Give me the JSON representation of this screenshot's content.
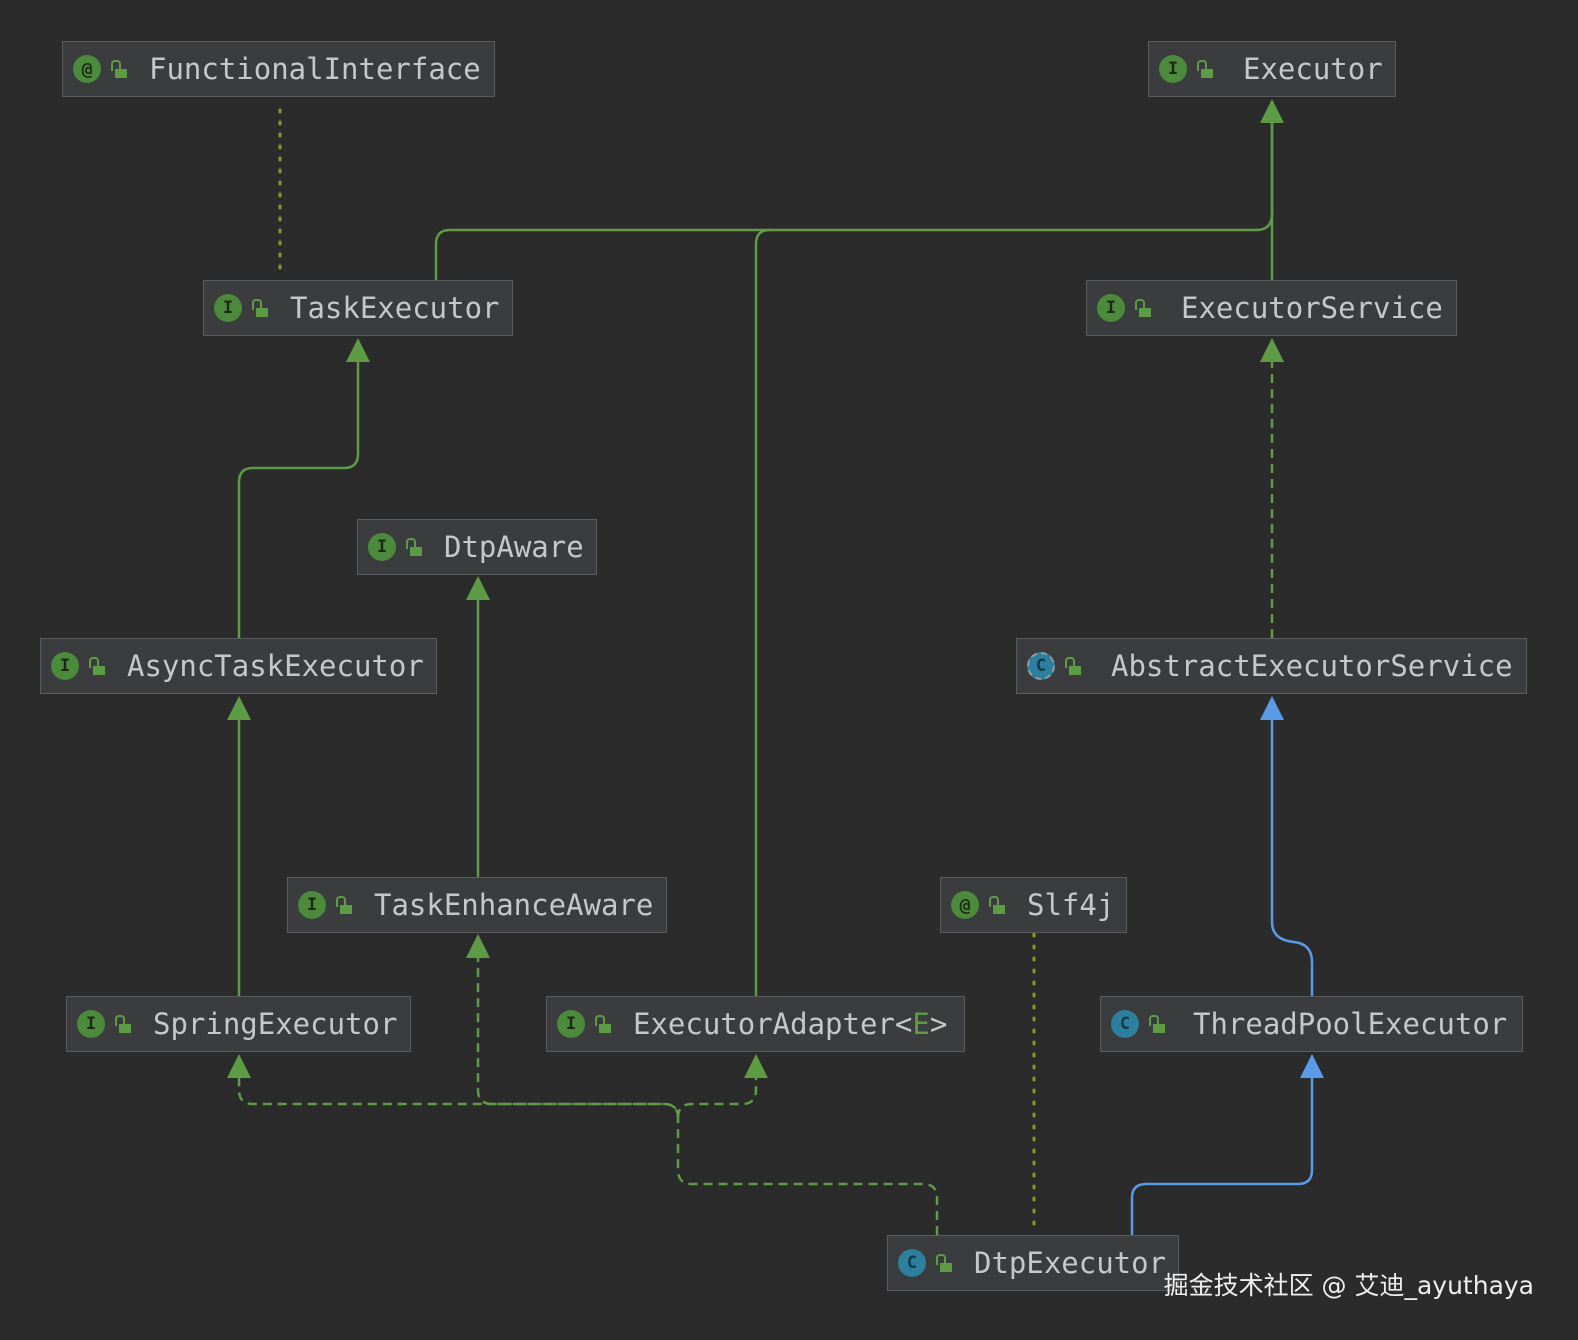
{
  "colors": {
    "background": "#2b2b2b",
    "node_fill": "#3b3c3e",
    "node_border": "#5a5c5f",
    "text": "#c5c8c6",
    "extends_interface": "#5d9b45",
    "extends_class": "#5a9be8",
    "annotation_link": "#8a9a2a"
  },
  "nodes": [
    {
      "id": "FunctionalInterface",
      "kind": "annotation",
      "label": "FunctionalInterface",
      "icon": "annotation-icon"
    },
    {
      "id": "Executor",
      "kind": "interface",
      "label": "Executor",
      "icon": "interface-icon"
    },
    {
      "id": "TaskExecutor",
      "kind": "interface",
      "label": "TaskExecutor",
      "icon": "interface-icon"
    },
    {
      "id": "ExecutorService",
      "kind": "interface",
      "label": "ExecutorService",
      "icon": "interface-icon"
    },
    {
      "id": "DtpAware",
      "kind": "interface",
      "label": "DtpAware",
      "icon": "interface-icon"
    },
    {
      "id": "AsyncTaskExecutor",
      "kind": "interface",
      "label": "AsyncTaskExecutor",
      "icon": "interface-icon"
    },
    {
      "id": "AbstractExecutorService",
      "kind": "abstract",
      "label": "AbstractExecutorService",
      "icon": "abstract-class-icon"
    },
    {
      "id": "TaskEnhanceAware",
      "kind": "interface",
      "label": "TaskEnhanceAware",
      "icon": "interface-icon"
    },
    {
      "id": "Slf4j",
      "kind": "annotation",
      "label": "Slf4j",
      "icon": "annotation-icon"
    },
    {
      "id": "SpringExecutor",
      "kind": "interface",
      "label": "SpringExecutor",
      "icon": "interface-icon"
    },
    {
      "id": "ExecutorAdapter",
      "kind": "interface",
      "label": "ExecutorAdapter",
      "generic": "E",
      "icon": "interface-icon"
    },
    {
      "id": "ThreadPoolExecutor",
      "kind": "class",
      "label": "ThreadPoolExecutor",
      "icon": "class-icon"
    },
    {
      "id": "DtpExecutor",
      "kind": "class",
      "label": "DtpExecutor",
      "icon": "class-icon"
    }
  ],
  "edges": [
    {
      "from": "TaskExecutor",
      "to": "FunctionalInterface",
      "type": "annotated"
    },
    {
      "from": "TaskExecutor",
      "to": "Executor",
      "type": "extends-interface"
    },
    {
      "from": "ExecutorAdapter",
      "to": "Executor",
      "type": "extends-interface"
    },
    {
      "from": "ExecutorService",
      "to": "Executor",
      "type": "extends-interface"
    },
    {
      "from": "AsyncTaskExecutor",
      "to": "TaskExecutor",
      "type": "extends-interface"
    },
    {
      "from": "AbstractExecutorService",
      "to": "ExecutorService",
      "type": "implements"
    },
    {
      "from": "TaskEnhanceAware",
      "to": "DtpAware",
      "type": "extends-interface"
    },
    {
      "from": "SpringExecutor",
      "to": "AsyncTaskExecutor",
      "type": "extends-interface"
    },
    {
      "from": "ThreadPoolExecutor",
      "to": "AbstractExecutorService",
      "type": "extends-class"
    },
    {
      "from": "DtpExecutor",
      "to": "SpringExecutor",
      "type": "implements"
    },
    {
      "from": "DtpExecutor",
      "to": "TaskEnhanceAware",
      "type": "implements"
    },
    {
      "from": "DtpExecutor",
      "to": "ExecutorAdapter",
      "type": "implements"
    },
    {
      "from": "DtpExecutor",
      "to": "ThreadPoolExecutor",
      "type": "extends-class"
    },
    {
      "from": "DtpExecutor",
      "to": "Slf4j",
      "type": "annotated"
    }
  ],
  "watermark": "掘金技术社区 @ 艾迪_ayuthaya"
}
